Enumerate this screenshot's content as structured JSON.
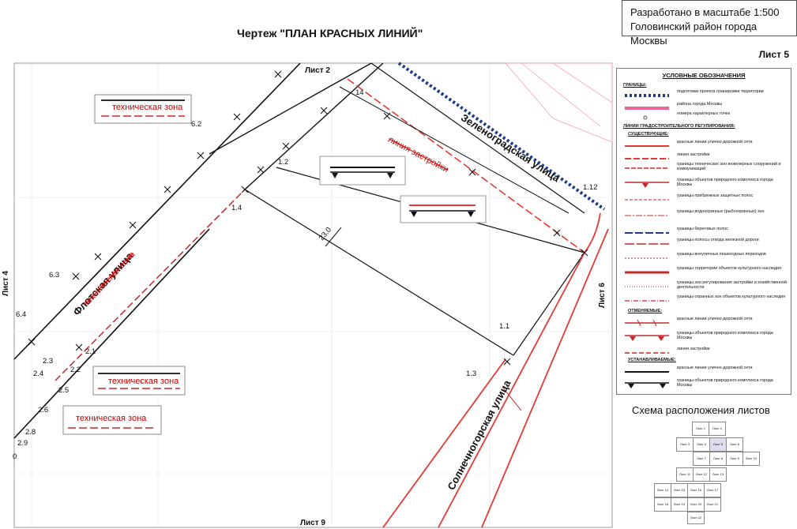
{
  "header": {
    "title": "Чертеж \"ПЛАН КРАСНЫХ ЛИНИЙ\"",
    "scale_line": "Разработано в масштабе 1:500",
    "district_line": "Головинский район города Москвы",
    "sheet_number": "Лист 5"
  },
  "neighbor_sheets": {
    "top": "Лист 2",
    "left": "Лист 4",
    "right": "Лист 6",
    "bottom": "Лист 9"
  },
  "streets": {
    "zelenogradskaya": "Зеленоградская улица",
    "flotskaya": "Флотская улица",
    "solnechnogorskaya": "Солнечногорская улица"
  },
  "zone_labels": {
    "tech_zone_1": "техническая зона",
    "tech_zone_2": "техническая зона",
    "tech_zone_3": "техническая зона",
    "tech_zone_red_1": "техническая зона",
    "building_line": "линия застройки"
  },
  "points": {
    "p14": "14",
    "p6_2": "6.2",
    "p1_2": "1.2",
    "p1_4": "1.4",
    "p1_12": "1.12",
    "p6_3": "6.3",
    "p6_4": "6.4",
    "p2_1": "2.1",
    "p2_2": "2.2",
    "p2_3": "2.3",
    "p2_4": "2.4",
    "p2_5": "2.5",
    "p2_6": "2.6",
    "p2_8": "2.8",
    "p2_9": "2.9",
    "p0": "0",
    "p1_1": "1.1",
    "p1_3": "1.3",
    "dim_23": "23.0"
  },
  "legend": {
    "title": "УСЛОВНЫЕ ОБОЗНАЧЕНИЯ",
    "sec_borders": "ГРАНИЦЫ:",
    "sec_lines": "ЛИНИИ ГРАДОСТРОИТЕЛЬНОГО РЕГУЛИРОВАНИЯ:",
    "sec_existing": "СУЩЕСТВУЮЩИЕ:",
    "sec_cancelled": "ОТМЕНЯЕМЫЕ:",
    "sec_established": "УСТАНАВЛИВАЕМЫЕ:",
    "items": [
      "подготовки проекта планировки территории",
      "района города Москвы",
      "номера характерных точек",
      "красные линии улично-дорожной сети",
      "линия застройки",
      "границы технических зон инженерных сооружений и коммуникаций",
      "границы объектов природного комплекса города Москвы",
      "границы прибрежных защитных полос",
      "границы водоохранных (рыбоохранных) зон",
      "границы береговых полос",
      "границы полосы отвода железной дороги",
      "границы внеуличных пешеходных переходов",
      "границы территории объектов культурного наследия",
      "границы зон регулирования застройки и хозяйственной деятельности",
      "границы охранных зон объектов культурного наследия",
      "красные линии улично-дорожной сети",
      "границы объектов природного комплекса города Москвы",
      "линия застройки",
      "красные линии улично-дорожной сети",
      "границы объектов природного комплекса города Москвы"
    ]
  },
  "scheme": {
    "title": "Схема расположения листов",
    "cells": [
      "Лист 1",
      "Лист 2",
      "Лист 3",
      "Лист 4",
      "Лист 5",
      "Лист 6",
      "Лист 7",
      "Лист 8",
      "Лист 9",
      "Лист 10",
      "Лист 11",
      "Лист 12",
      "Лист 13",
      "Лист 14",
      "Лист 15",
      "Лист 16",
      "Лист 17",
      "Лист 18",
      "Лист 19",
      "Лист 20",
      "Лист 21",
      "Лист 22"
    ]
  },
  "colors": {
    "red_line": "#e53935",
    "dark_red": "#c62828",
    "blue_dots": "#1a3a8a",
    "pink": "#f06292"
  }
}
